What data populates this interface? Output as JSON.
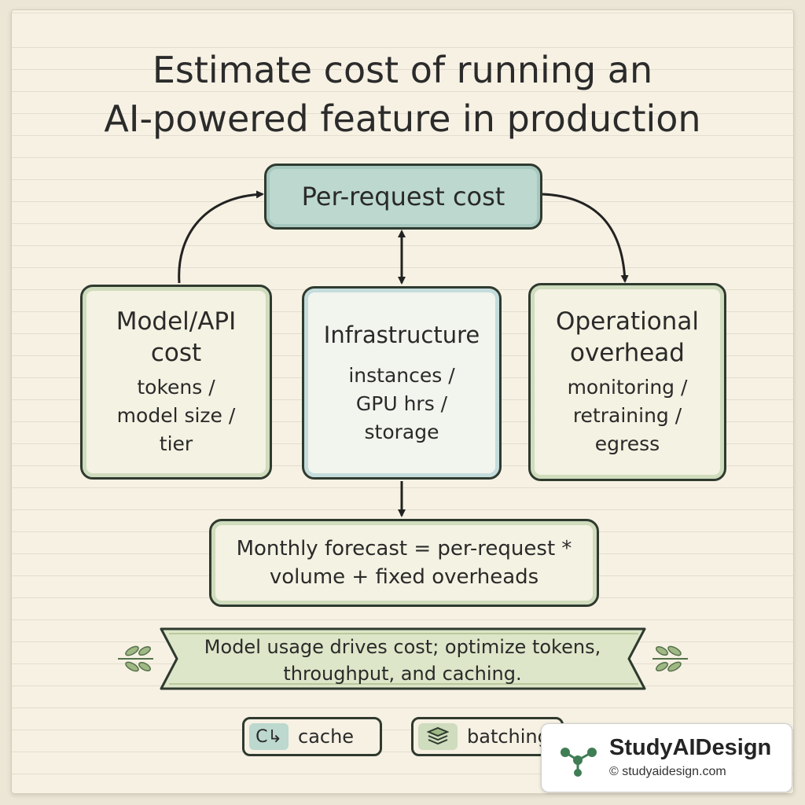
{
  "title": {
    "line1": "Estimate cost of running an",
    "line2": "AI-powered feature in production"
  },
  "nodes": {
    "per_request": "Per-request cost",
    "model_api": {
      "head1": "Model/API",
      "head2": "cost",
      "sub1": "tokens /",
      "sub2": "model size /",
      "sub3": "tier"
    },
    "infrastructure": {
      "head": "Infrastructure",
      "sub1": "instances /",
      "sub2": "GPU hrs /",
      "sub3": "storage"
    },
    "operational": {
      "head1": "Operational",
      "head2": "overhead",
      "sub1": "monitoring /",
      "sub2": "retraining /",
      "sub3": "egress"
    },
    "forecast": {
      "line1": "Monthly forecast = per-request *",
      "line2": "volume + fixed overheads"
    }
  },
  "banner": {
    "line1": "Model usage drives cost; optimize tokens,",
    "line2": "throughput, and caching."
  },
  "chips": [
    {
      "label": "cache",
      "icon": "cache-icon",
      "glyph": "C↳"
    },
    {
      "label": "batching",
      "icon": "stack-icon"
    }
  ],
  "watermark": {
    "name": "StudyAIDesign",
    "url": "© studyaidesign.com"
  },
  "colors": {
    "paper": "#f6f1e3",
    "teal_box": "#bcd8cf",
    "green_border": "#cfdcbd",
    "banner": "#dde6c8",
    "ink": "#2f3a2f"
  }
}
